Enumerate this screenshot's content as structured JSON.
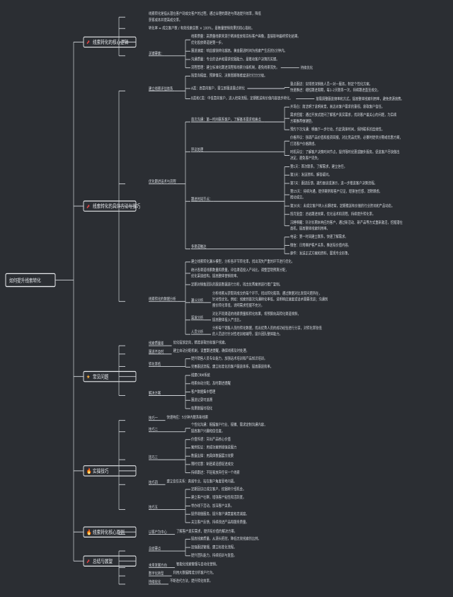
{
  "root": {
    "label": "如何提升线索转化"
  },
  "branches": [
    {
      "id": "b1",
      "label": "线索转化的核心逻辑",
      "icon": "chart-icon",
      "icon_color": "#e64545",
      "children": [
        {
          "label": "",
          "lines": [
            "线索转化是指从潜在客户到成交客户的过程，通过合理的跟进与筛选提升效率，降低",
            "获客成本并提高成交率。"
          ]
        },
        {
          "label": "",
          "lines": [
            "转化率 = 成交客户数 / 有效线索总数 × 100%，是衡量营销效果的核心指标。"
          ]
        },
        {
          "label": "关键要素：",
          "children": [
            {
              "label": "",
              "lines": [
                "线索质量：高质量线索来源于精准投放和目标客户画像，直接影响最终转化结果。",
                "优化投放渠道是第一步。"
              ]
            },
            {
              "label": "",
              "lines": [
                "跟进速度：响应越快转化越高，黄金跟进时间为线索产生后的5分钟内。"
              ]
            },
            {
              "label": "",
              "lines": [
                "沟通质量：专业的话术和需求挖掘能力，是推动客户决策的关键。"
              ]
            },
            {
              "label": "",
              "lines": [
                "流程管理：建立标准化跟进流程和线索分级机制，避免线索流失。"
              ],
              "tag": "持续优化"
            }
          ]
        }
      ]
    },
    {
      "id": "b2",
      "label": "线索转化的具体方法与技巧",
      "icon": "chart-icon",
      "icon_color": "#e64545",
      "children": [
        {
          "label": "建立线索评估体系",
          "children": [
            {
              "label": "",
              "lines": [
                "按意向程度、预算情况、决策周期等维度进行打分分级。"
              ]
            },
            {
              "label": "",
              "lines": [
                "A类：高意向客户，需立即跟进重点转化"
              ],
              "children": [
                {
                  "label": "",
                  "lines": [
                    "重点跟进：安排资深销售人员一对一服务，制定个性化方案，",
                    "快速推进：缩短跟进周期，每1-2天联系一次，持续跟进直至成交。"
                  ]
                }
              ]
            },
            {
              "label": "",
              "lines": [
                "B类和C类：中低意向客户，进入培育流程，定期推送有价值内容逐步转化。"
              ],
              "tag": "按需调整跟进频率和方式，提高整体线索利用率，避免资源浪费。"
            }
          ]
        },
        {
          "label": "优化跟进话术与流程",
          "children": [
            {
              "label": "首次沟通：第一时间联系客户，了解基本需求和痛点",
              "children": [
                {
                  "label": "",
                  "lines": [
                    "开场白：简洁明了说明来意，表达对客户需求的重视，获取客户信任。"
                  ]
                },
                {
                  "label": "",
                  "lines": [
                    "需求挖掘：通过开放式提问了解客户真实需求，找到客户最关心的问题，为后续",
                    "方案推荐做铺垫。"
                  ]
                },
                {
                  "label": "",
                  "lines": [
                    "预约下次沟通：明确下一步行动，约定具体时间，保持联系的连续性。"
                  ]
                }
              ]
            },
            {
              "label": "异议处理",
              "children": [
                {
                  "label": "",
                  "lines": [
                    "价格异议：强调产品价值和投资回报，对比竞品优势，必要时提供分期或优惠方案，",
                    "打消客户价格顾虑。"
                  ]
                },
                {
                  "label": "",
                  "lines": [
                    "时机异议：了解客户决策时间节点，提供限时优惠或额外服务，促进客户尽快做出",
                    "决定，避免客户流失。"
                  ]
                }
              ]
            },
            {
              "label": "跟进时间节点：",
              "children": [
                {
                  "label": "",
                  "lines": [
                    "第1天：首次联系，了解需求，建立信任。"
                  ]
                },
                {
                  "label": "",
                  "lines": [
                    "第3天：发送资料，解答疑问。"
                  ]
                },
                {
                  "label": "",
                  "lines": [
                    "第7天：跟进反馈，邀约面谈或演示，进一步推进客户决策流程。"
                  ]
                },
                {
                  "label": "",
                  "lines": [
                    "第15天：持续沟通，提供案例和客户见证，增强信任感，消除顾虑，",
                    "推动成交。"
                  ]
                },
                {
                  "label": "",
                  "lines": [
                    "第30天：未成交客户转入长期培育，定期推送有价值的行业资讯和产品动态。"
                  ]
                },
                {
                  "label": "",
                  "lines": [
                    "按月复盘：总结跟进效果，优化话术和流程，持续提升转化率。"
                  ]
                },
                {
                  "label": "",
                  "lines": [
                    "沉睡唤醒：针对长期未响应的客户，通过新活动、新产品等方式重新激活，挖掘潜在",
                    "商机，提高整体线索利用率。"
                  ]
                }
              ]
            },
            {
              "label": "多渠道触达",
              "children": [
                {
                  "label": "",
                  "lines": [
                    "电话：第一时间建立联系，快速了解需求。"
                  ]
                },
                {
                  "label": "",
                  "lines": [
                    "微信：日常维护客户关系，推送有价值内容。"
                  ]
                },
                {
                  "label": "",
                  "lines": [
                    "邮件：发送正式方案和资料，展现专业形象。"
                  ]
                }
              ]
            }
          ]
        },
        {
          "label": "线索转化的数据分析",
          "children": [
            {
              "label": "",
              "lines": [
                "建立线索转化漏斗模型，分析各环节转化率，找出流失严重的环节进行优化。"
              ]
            },
            {
              "label": "",
              "lines": [
                "统计各渠道线索数量和质量，评估渠道投入产出比，调整营销预算分配，",
                "优化渠道结构，提高整体营销效率。"
              ]
            },
            {
              "label": "",
              "lines": [
                "定期对销售团队的跟进数据进行分析，找出优秀案例进行推广复制。"
              ]
            },
            {
              "label": "漏斗分析",
              "lines_right": [
                "分析线索从获取到成交的每个环节，找出转化瓶颈。通过数据对比发现问题所在，",
                "针对性优化。例如：线索到首次沟通转化率低，说明响应速度或话术需要改进；沟通到",
                "报价转化率低，说明需求挖掘不充分。"
              ]
            },
            {
              "label": "渠道分析",
              "lines_right": [
                "对比不同渠道的线索质量和转化效果，将预算向高转化渠道倾斜，",
                "提高整体投入产出比。"
              ]
            },
            {
              "label": "人员分析",
              "lines_right": [
                "分析每个销售人员的转化数据，找出优秀人员的成功经验进行分享，对转化率较低",
                "的人员进行针对性培训和辅导，提升团队整体能力。"
              ]
            }
          ]
        }
      ]
    },
    {
      "id": "b3",
      "label": "常见问题",
      "icon": "star-icon",
      "icon_color": "#f0a63a",
      "children": [
        {
          "label": "线索质量差",
          "lines_right": [
            "优化投放定向，精准获取目标客户线索。"
          ]
        },
        {
          "label": "跟进不及时",
          "lines_right": [
            "建立自动分配机制，设置跟进提醒，确保线索及时处理。"
          ]
        },
        {
          "label": "转化率低",
          "children": [
            {
              "label": "",
              "lines": [
                "提升销售人员专业能力，加强话术培训和产品知识培训。"
              ]
            },
            {
              "label": "",
              "lines": [
                "完善跟进流程，建立标准化的客户跟进体系，提高跟进效率。"
              ]
            }
          ]
        },
        {
          "label": "解决方案",
          "children": [
            {
              "label": "",
              "lines": [
                "搭建CRM系统"
              ]
            },
            {
              "label": "",
              "lines": [
                "线索自动分配，及时跟进提醒"
              ]
            },
            {
              "label": "",
              "lines": [
                "客户数据集中管理"
              ]
            },
            {
              "label": "",
              "lines": [
                "跟进记录可追溯"
              ]
            },
            {
              "label": "",
              "lines": [
                "效果数据可视化"
              ]
            }
          ]
        }
      ]
    },
    {
      "id": "b4",
      "label": "实操技巧",
      "icon": "fire-icon",
      "icon_color": "#2f8fe0",
      "children": [
        {
          "label": "技巧一",
          "lines_right": [
            "快速响应：5分钟内联系新线索"
          ]
        },
        {
          "label": "技巧二",
          "children": [
            {
              "label": "",
              "lines": [
                "个性化沟通：根据客户行业、规模、需求定制沟通内容，",
                "提高客户兴趣和信任度。"
              ]
            }
          ]
        },
        {
          "label": "技巧三",
          "children": [
            {
              "label": "",
              "lines": [
                "价值传递：突出产品核心价值"
              ]
            },
            {
              "label": "",
              "lines": [
                "案例佐证：用成功案例增强说服力"
              ]
            },
            {
              "label": "",
              "lines": [
                "数据支撑：用具体数据展示效果"
              ]
            },
            {
              "label": "",
              "lines": [
                "限时优惠：制造紧迫感促进成交"
              ]
            },
            {
              "label": "",
              "lines": [
                "持续跟进：不轻易放弃任何一个线索"
              ]
            }
          ]
        },
        {
          "label": "技巧四",
          "lines_right": [
            "建立信任关系：真诚专业，站在客户角度思考问题。"
          ]
        },
        {
          "label": "技巧五",
          "children": [
            {
              "label": "",
              "lines": [
                "定期回访已成交客户，挖掘转介绍机会。"
              ]
            },
            {
              "label": "",
              "lines": [
                "建立客户社群，增强客户粘性和活跃度。"
              ]
            },
            {
              "label": "",
              "lines": [
                "举办线下活动，加深客户关系。"
              ]
            },
            {
              "label": "",
              "lines": [
                "提供增值服务，提升客户满意度和忠诚度。"
              ]
            },
            {
              "label": "",
              "lines": [
                "关注客户反馈，持续改进产品和服务质量。"
              ]
            }
          ]
        }
      ]
    },
    {
      "id": "b5",
      "label": "线索转化核心原则",
      "icon": "flame-icon",
      "icon_color": "#e64545",
      "children": [
        {
          "label": "以客户为中心",
          "lines_right": [
            "了解客户真实需求，提供有价值的解决方案。"
          ]
        }
      ]
    },
    {
      "id": "b6",
      "label": "总结与展望",
      "icon": "chart-icon",
      "icon_color": "#e64545",
      "children": [
        {
          "label": "总结要点",
          "children": [
            {
              "label": "",
              "lines": [
                "提高线索质量，从源头把控，降低无效线索的比例。"
              ]
            },
            {
              "label": "",
              "lines": [
                "加强跟进管理，建立标准化流程。"
              ]
            },
            {
              "label": "",
              "lines": [
                "提升团队能力，持续培训与复盘。"
              ]
            }
          ]
        },
        {
          "label": "未来发展方向",
          "lines_right": [
            "智能化线索管理与自动化营销。"
          ]
        },
        {
          "label": "数字化转型",
          "lines_right": [
            "利用大数据精准分析客户行为。"
          ]
        },
        {
          "label": "持续优化",
          "lines_right": [
            "不断迭代方法，提升转化效率。"
          ]
        }
      ]
    }
  ]
}
